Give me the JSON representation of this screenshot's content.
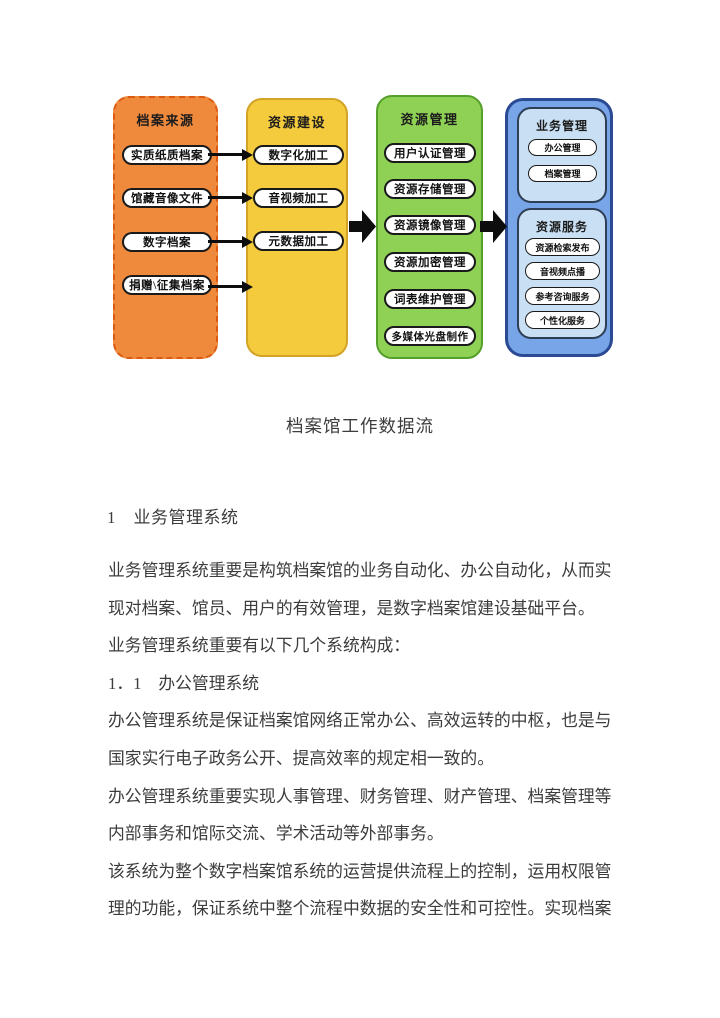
{
  "diagram": {
    "caption": "档案馆工作数据流",
    "colors": {
      "sources_fill": "#EF8A3D",
      "sources_border": "#DC5B10",
      "build_fill": "#F4CB3D",
      "build_border": "#D2A326",
      "manage_fill": "#8FD155",
      "manage_border": "#559F2B",
      "biz_fill": "#78A4E8",
      "biz_border": "#2A4A94",
      "subpanel_fill": "#C9DFF4",
      "pill_fill": "#FFFFFF",
      "arrow": "#0D0D0D"
    },
    "columns": [
      {
        "title": "档案来源",
        "items": [
          "实质纸质档案",
          "馆藏音像文件",
          "数字档案",
          "捐赠\\征集档案"
        ]
      },
      {
        "title": "资源建设",
        "items": [
          "数字化加工",
          "音视频加工",
          "元数据加工"
        ]
      },
      {
        "title": "资源管理",
        "items": [
          "用户认证管理",
          "资源存储管理",
          "资源镜像管理",
          "资源加密管理",
          "词表维护管理",
          "多媒体光盘制作"
        ]
      },
      {
        "groups": [
          {
            "title": "业务管理",
            "items": [
              "办公管理",
              "档案管理"
            ]
          },
          {
            "title": "资源服务",
            "items": [
              "资源检索发布",
              "音视频点播",
              "参考咨询服务",
              "个性化服务"
            ]
          }
        ]
      }
    ]
  },
  "document": {
    "heading": "1　业务管理系统",
    "lines": [
      "业务管理系统重要是构筑档案馆的业务自动化、办公自动化，从而实",
      "现对档案、馆员、用户的有效管理，是数字档案馆建设基础平台。",
      "业务管理系统重要有以下几个系统构成：",
      "1．1　办公管理系统",
      "办公管理系统是保证档案馆网络正常办公、高效运转的中枢，也是与",
      "国家实行电子政务公开、提高效率的规定相一致的。",
      "办公管理系统重要实现人事管理、财务管理、财产管理、档案管理等",
      "内部事务和馆际交流、学术活动等外部事务。",
      "该系统为整个数字档案馆系统的运营提供流程上的控制，运用权限管",
      "理的功能，保证系统中整个流程中数据的安全性和可控性。实现档案"
    ]
  }
}
